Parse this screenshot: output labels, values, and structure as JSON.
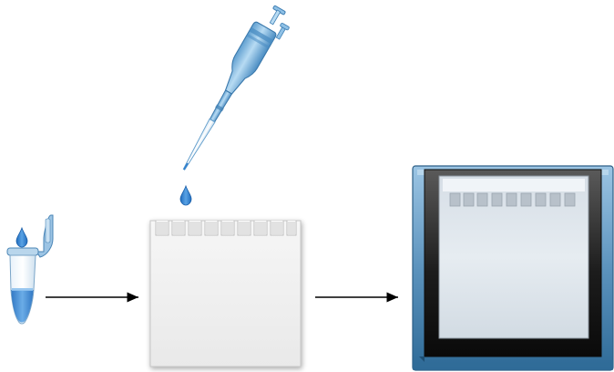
{
  "diagram": {
    "steps": [
      {
        "id": "sample",
        "icon": "microcentrifuge-tube-icon"
      },
      {
        "id": "loading",
        "icon": "pipette-icon"
      },
      {
        "id": "gel",
        "icon": "gel-wells-icon"
      },
      {
        "id": "imaging",
        "icon": "gel-imager-icon"
      }
    ],
    "colors": {
      "liquid": "#2f7fd0",
      "pipette": "#8fc1e6",
      "pipette_dark": "#3f7fb4",
      "gel": "#eeeeee",
      "gel_edge": "#cfcfcf",
      "imager_frame": "#4d86ae",
      "imager_screen": "#2a2a2a",
      "arrow": "#000000"
    }
  }
}
